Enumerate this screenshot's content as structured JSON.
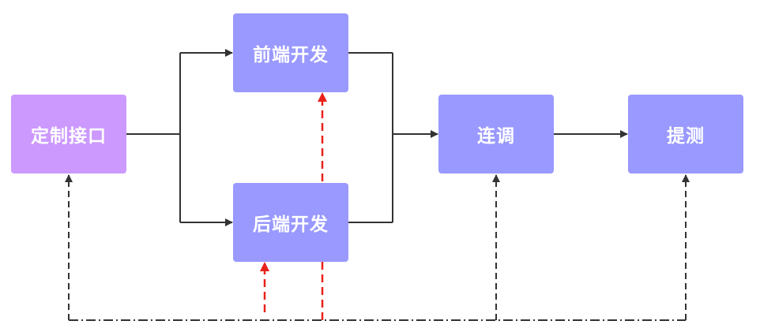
{
  "nodes": {
    "define_api": {
      "label": "定制接口",
      "color": "#cc99ff"
    },
    "frontend_dev": {
      "label": "前端开发",
      "color": "#9999ff"
    },
    "backend_dev": {
      "label": "后端开发",
      "color": "#9999ff"
    },
    "integration": {
      "label": "连调",
      "color": "#9999ff"
    },
    "test_submit": {
      "label": "提测",
      "color": "#9999ff"
    }
  },
  "colors": {
    "solid_line": "#333333",
    "dashdot_line": "#333333",
    "red_dashed": "#e8221b"
  }
}
